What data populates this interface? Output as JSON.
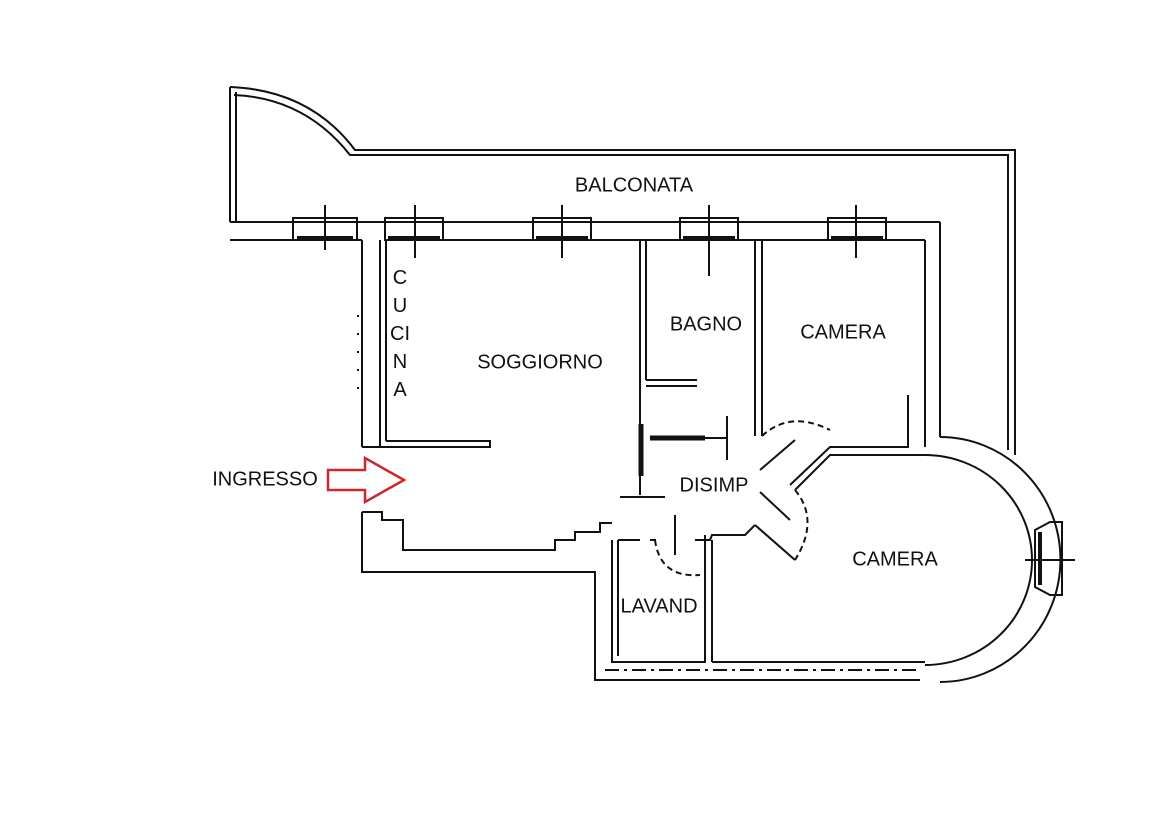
{
  "rooms": {
    "balconata": "BALCONATA",
    "cucina": "CUCINA",
    "soggiorno": "SOGGIORNO",
    "bagno": "BAGNO",
    "camera_1": "CAMERA",
    "disimp": "DISIMP",
    "camera_2": "CAMERA",
    "lavand": "LAVAND",
    "ingresso": "INGRESSO"
  },
  "colors": {
    "wall": "#111111",
    "entrance_arrow": "#d0262b"
  }
}
